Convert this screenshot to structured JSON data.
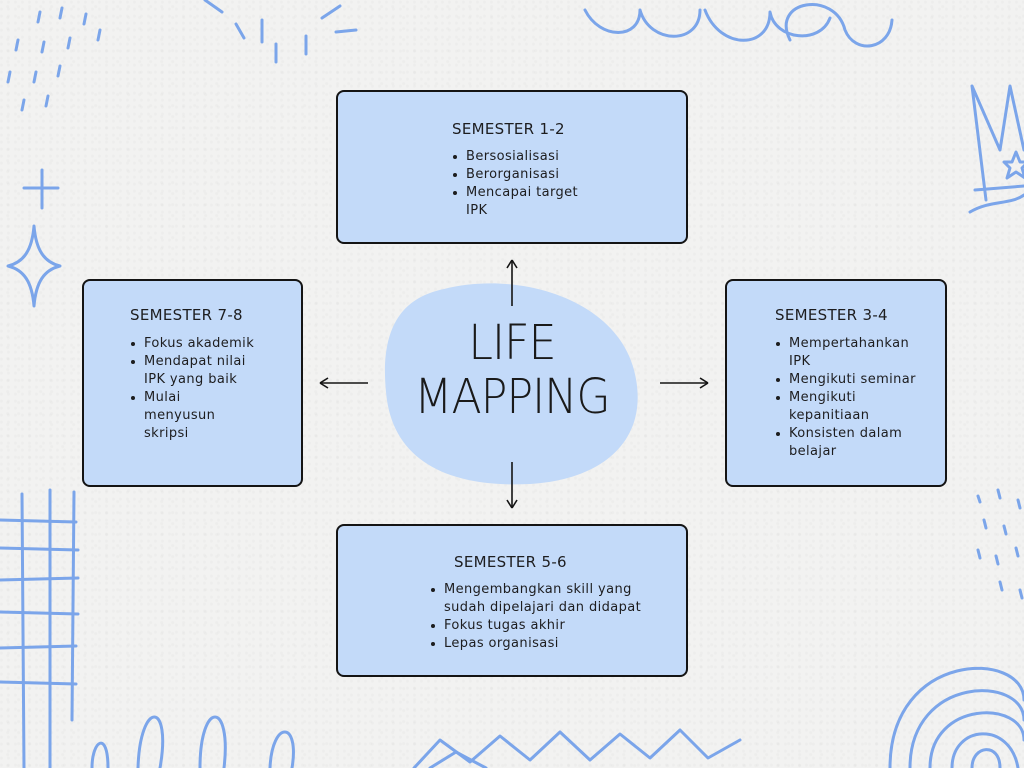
{
  "center": {
    "line1": "LIFE",
    "line2": "MAPPING"
  },
  "colors": {
    "box_fill": "#c3daf9",
    "blob": "#c3daf9",
    "doodle": "#7ba5ea",
    "border": "#141414"
  },
  "boxes": {
    "semester_1_2": {
      "title": "SEMESTER 1-2",
      "items": [
        "Bersosialisasi",
        "Berorganisasi",
        "Mencapai target IPK"
      ]
    },
    "semester_3_4": {
      "title": "SEMESTER 3-4",
      "items": [
        "Mempertahankan IPK",
        "Mengikuti seminar",
        "Mengikuti kepanitiaan",
        "Konsisten dalam belajar"
      ]
    },
    "semester_5_6": {
      "title": "SEMESTER 5-6",
      "items": [
        "Mengembangkan skill yang sudah dipelajari dan didapat",
        "Fokus tugas akhir",
        "Lepas organisasi"
      ]
    },
    "semester_7_8": {
      "title": "SEMESTER 7-8",
      "items": [
        "Fokus akademik",
        "Mendapat nilai IPK yang baik",
        "Mulai menyusun skripsi"
      ]
    }
  }
}
